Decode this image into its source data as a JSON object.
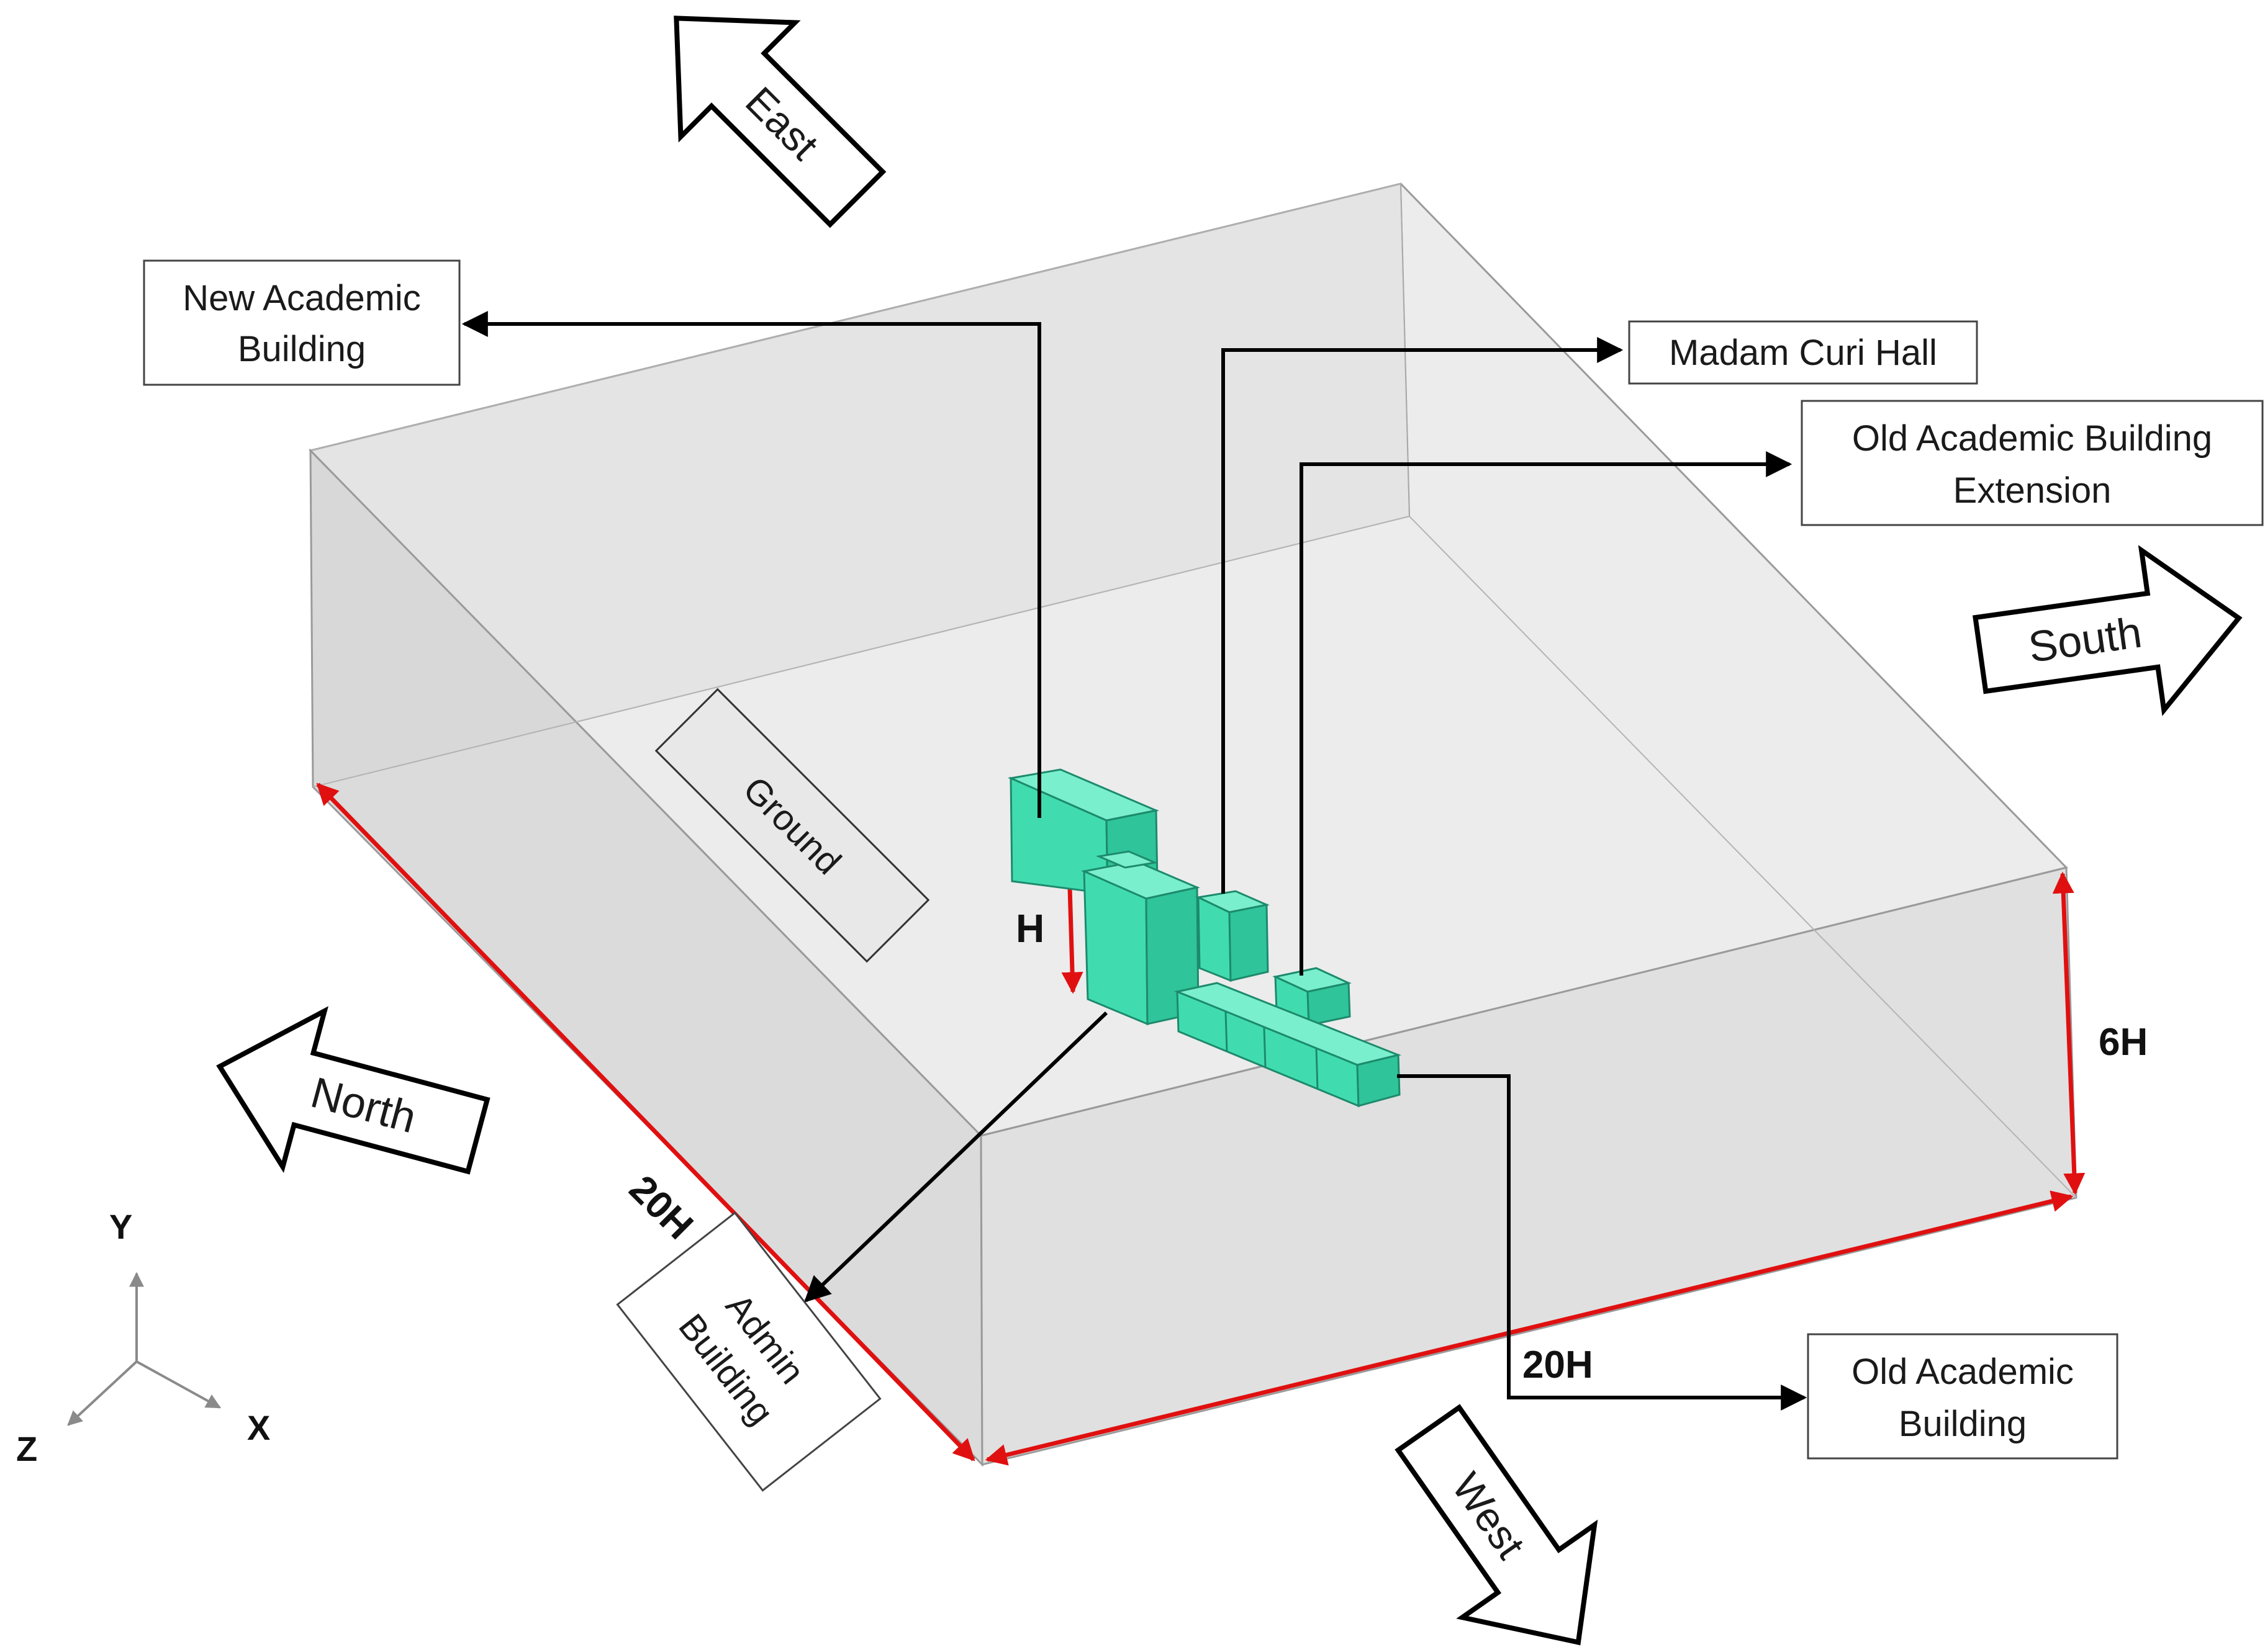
{
  "labels": {
    "new_academic_line1": "New Academic",
    "new_academic_line2": "Building",
    "madam_curi": "Madam Curi Hall",
    "old_ext_line1": "Old Academic Building",
    "old_ext_line2": "Extension",
    "old_academic_line1": "Old Academic",
    "old_academic_line2": "Building",
    "admin_line1": "Admin",
    "admin_line2": "Building",
    "ground": "Ground"
  },
  "directions": {
    "east": "East",
    "south": "South",
    "north": "North",
    "west": "West"
  },
  "dimensions": {
    "height": "H",
    "domain_height": "6H",
    "length_left": "20H",
    "length_right": "20H"
  },
  "axes": {
    "y": "Y",
    "z": "Z",
    "x": "X"
  },
  "colors": {
    "box_fill": "#dcdcdc",
    "box_edge": "#9a9a9a",
    "dimension_red": "#e01010",
    "building": "#40dcb0",
    "building_edge": "#1d8a6c",
    "leader": "#000000"
  }
}
